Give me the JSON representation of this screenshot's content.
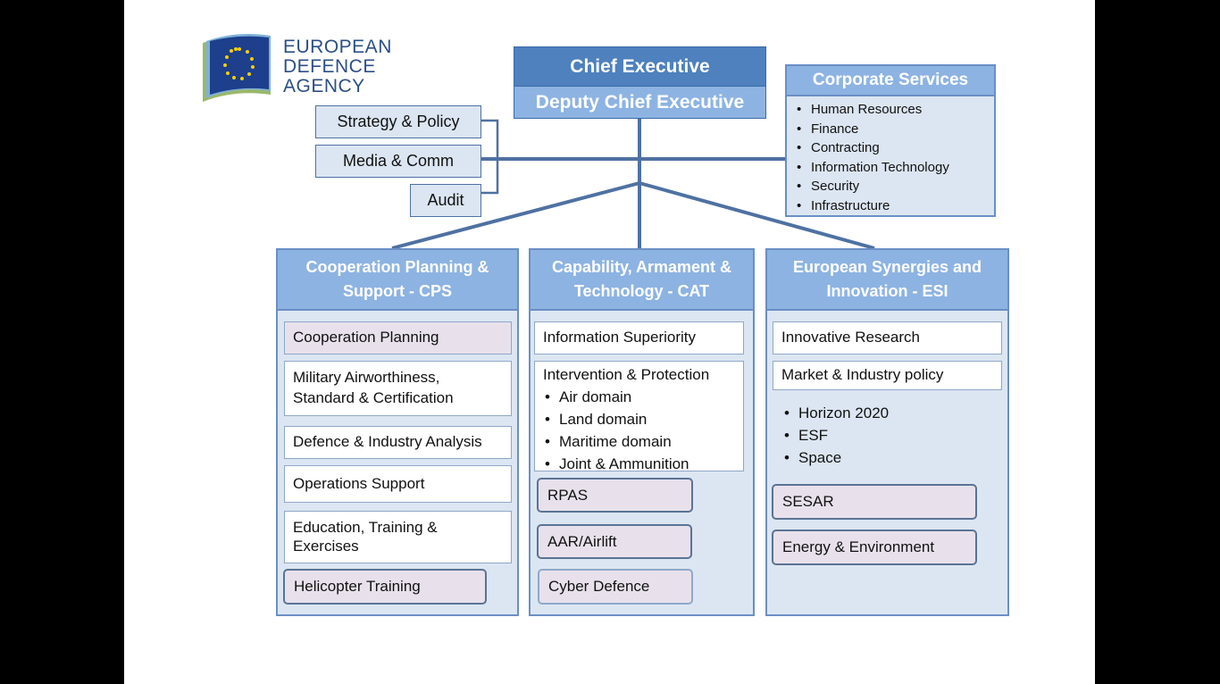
{
  "logo": {
    "line1": "EUROPEAN",
    "line2": "DEFENCE",
    "line3": "AGENCY"
  },
  "colors": {
    "dark_blue": "#4e81bd",
    "light_blue": "#8db3e2",
    "pale_blue": "#dce6f2",
    "lilac": "#e8e1ec",
    "line": "#4f71a2"
  },
  "top": {
    "chief": "Chief Executive",
    "deputy": "Deputy Chief Executive"
  },
  "staff": {
    "strategy": "Strategy & Policy",
    "media": "Media & Comm",
    "audit": "Audit"
  },
  "corporate": {
    "title": "Corporate Services",
    "items": [
      "Human Resources",
      "Finance",
      "Contracting",
      "Information Technology",
      "Security",
      "Infrastructure"
    ]
  },
  "cps": {
    "title_line1": "Cooperation Planning &",
    "title_line2": "Support  - CPS",
    "boxes": [
      "Cooperation Planning",
      "Military Airworthiness,",
      "Standard &  Certification",
      "Defence & Industry Analysis",
      "Operations Support",
      "Education, Training &",
      "Exercises",
      "Helicopter Training"
    ]
  },
  "cat": {
    "title_line1": "Capability, Armament &",
    "title_line2": "Technology - CAT",
    "info_superiority": "Information Superiority",
    "intervention": "Intervention & Protection",
    "domains": [
      "Air domain",
      "Land domain",
      "Maritime domain",
      "Joint & Ammunition"
    ],
    "rounded": [
      "RPAS",
      "AAR/Airlift",
      "Cyber Defence"
    ]
  },
  "esi": {
    "title_line1": "European Synergies and",
    "title_line2": "Innovation - ESI",
    "innovative": "Innovative Research",
    "market": "Market  & Industry policy",
    "bullets": [
      "Horizon 2020",
      "ESF",
      "Space"
    ],
    "rounded": [
      "SESAR",
      "Energy & Environment"
    ]
  }
}
